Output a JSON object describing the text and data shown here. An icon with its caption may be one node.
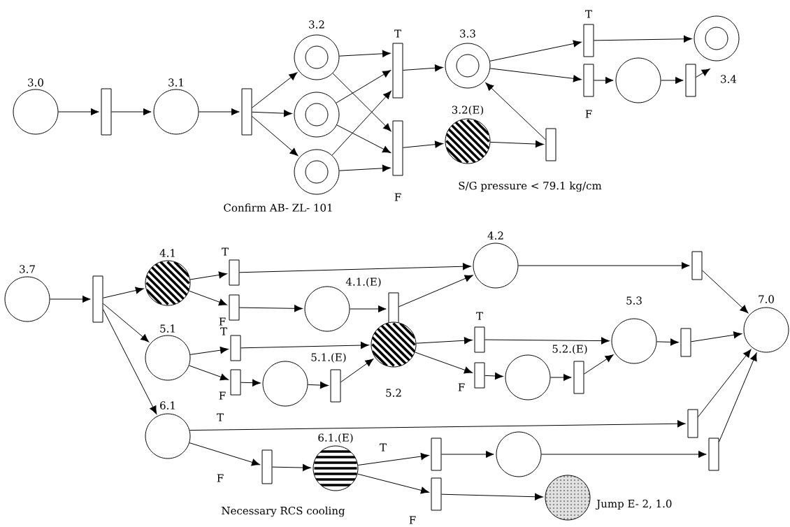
{
  "diagram": {
    "nodes": [
      {
        "text": [],
        "beside": [
          "3.0"
        ],
        "shape": "circle"
      },
      {
        "text": [],
        "shape": "bar"
      },
      {
        "text": [],
        "beside": [
          "3.1"
        ],
        "shape": "circle"
      },
      {
        "text": [],
        "shape": "bar"
      },
      {
        "text": [],
        "beside": [
          "3.2"
        ],
        "shape": "ring"
      },
      {
        "text": [],
        "shape": "ring"
      },
      {
        "text": [],
        "beside": [
          "Confirm AB- ZL- 101"
        ],
        "shape": "ring"
      },
      {
        "text": [],
        "beside": [
          "T"
        ],
        "shape": "bar"
      },
      {
        "text": [],
        "beside": [
          "F"
        ],
        "shape": "bar"
      },
      {
        "text": [],
        "beside": [
          "3.3"
        ],
        "shape": "ring"
      },
      {
        "text": [],
        "beside": [
          "3.2(E)",
          "S/G pressure < 79.1 kg/cm"
        ],
        "shape": "circle"
      },
      {
        "text": [],
        "shape": "bar"
      },
      {
        "text": [],
        "beside": [
          "T"
        ],
        "shape": "bar"
      },
      {
        "text": [],
        "beside": [
          "F"
        ],
        "shape": "bar"
      },
      {
        "text": [],
        "shape": "ring"
      },
      {
        "text": [],
        "shape": "circle"
      },
      {
        "text": [],
        "shape": "bar"
      },
      {
        "text": [],
        "beside": [
          "3.7"
        ],
        "shape": "circle"
      },
      {
        "text": [],
        "shape": "bar"
      },
      {
        "text": [],
        "beside": [
          "4.1"
        ],
        "shape": "circle"
      },
      {
        "text": [],
        "beside": [
          "T"
        ],
        "shape": "bar"
      },
      {
        "text": [],
        "beside": [
          "F"
        ],
        "shape": "bar"
      },
      {
        "text": [],
        "beside": [
          "4.1.(E)"
        ],
        "shape": "circle"
      },
      {
        "text": [],
        "shape": "bar"
      },
      {
        "text": [],
        "beside": [
          "4.2"
        ],
        "shape": "circle"
      },
      {
        "text": [],
        "shape": "bar"
      },
      {
        "text": [],
        "beside": [
          "7.0"
        ],
        "shape": "circle"
      },
      {
        "text": [],
        "beside": [
          "5.1"
        ],
        "shape": "circle"
      },
      {
        "text": [],
        "beside": [
          "T"
        ],
        "shape": "bar"
      },
      {
        "text": [],
        "beside": [
          "F"
        ],
        "shape": "bar"
      },
      {
        "text": [],
        "beside": [
          "5.1.(E)"
        ],
        "shape": "circle"
      },
      {
        "text": [],
        "shape": "bar"
      },
      {
        "text": [],
        "beside": [
          "5.2"
        ],
        "shape": "circle"
      },
      {
        "text": [],
        "beside": [
          "T"
        ],
        "shape": "bar"
      },
      {
        "text": [],
        "beside": [
          "F"
        ],
        "shape": "bar"
      },
      {
        "text": [],
        "beside": [
          "5.2.(E)"
        ],
        "shape": "circle"
      },
      {
        "text": [],
        "shape": "bar"
      },
      {
        "text": [],
        "beside": [
          "5.3"
        ],
        "shape": "circle"
      },
      {
        "text": [],
        "shape": "bar"
      },
      {
        "text": [],
        "beside": [
          "6.1"
        ],
        "shape": "circle"
      },
      {
        "text": [],
        "shape": "bar"
      },
      {
        "text": [],
        "shape": "bar"
      },
      {
        "text": [],
        "beside": [
          "6.1.(E)",
          "Necessary RCS cooling"
        ],
        "shape": "circle"
      },
      {
        "text": [],
        "shape": "bar"
      },
      {
        "text": [],
        "beside": [
          "F"
        ],
        "shape": "bar"
      },
      {
        "text": [],
        "shape": "circle"
      },
      {
        "text": [],
        "shape": "bar"
      },
      {
        "text": [],
        "beside": [
          "Jump E- 2, 1.0"
        ],
        "shape": "circle"
      }
    ],
    "edges": [
      {
        "from": 0,
        "to": 1,
        "arrow": "to"
      },
      {
        "from": 1,
        "to": 2,
        "arrow": "to"
      },
      {
        "from": 2,
        "to": 3,
        "arrow": "to"
      },
      {
        "from": 3,
        "to": 4,
        "arrow": "to"
      },
      {
        "from": 3,
        "to": 5,
        "arrow": "to"
      },
      {
        "from": 3,
        "to": 6,
        "arrow": "to"
      },
      {
        "from": 4,
        "to": 7,
        "arrow": "to"
      },
      {
        "from": 4,
        "to": 8,
        "arrow": "to"
      },
      {
        "from": 5,
        "to": 7,
        "arrow": "to"
      },
      {
        "from": 5,
        "to": 8,
        "arrow": "to"
      },
      {
        "from": 6,
        "to": 7,
        "arrow": "to"
      },
      {
        "from": 6,
        "to": 8,
        "arrow": "to"
      },
      {
        "from": 7,
        "to": 9,
        "arrow": "to"
      },
      {
        "from": 8,
        "to": 10,
        "arrow": "to"
      },
      {
        "from": 10,
        "to": 11,
        "arrow": "to"
      },
      {
        "from": 11,
        "to": 9,
        "arrow": "to"
      },
      {
        "from": 9,
        "to": 12,
        "arrow": "to"
      },
      {
        "from": 9,
        "to": 13,
        "arrow": "to"
      },
      {
        "from": 12,
        "to": 14,
        "arrow": "to"
      },
      {
        "from": 13,
        "to": 15,
        "arrow": "to"
      },
      {
        "from": 15,
        "to": 16,
        "arrow": "to"
      },
      {
        "from": 16,
        "to": null,
        "arrow": "to"
      },
      {
        "from": 17,
        "to": 18,
        "arrow": "to"
      },
      {
        "from": 18,
        "to": 19,
        "arrow": "to"
      },
      {
        "from": 18,
        "to": 27,
        "arrow": "to"
      },
      {
        "from": 18,
        "to": 39,
        "arrow": "to"
      },
      {
        "from": 19,
        "to": 20,
        "arrow": "to"
      },
      {
        "from": 19,
        "to": 21,
        "arrow": "to"
      },
      {
        "from": 20,
        "to": 24,
        "arrow": "to"
      },
      {
        "from": 21,
        "to": 22,
        "arrow": "to"
      },
      {
        "from": 22,
        "to": 23,
        "arrow": "to"
      },
      {
        "from": 23,
        "to": 24,
        "arrow": "to"
      },
      {
        "from": 24,
        "to": 25,
        "arrow": "to"
      },
      {
        "from": 25,
        "to": 26,
        "arrow": "to"
      },
      {
        "from": 27,
        "to": 28,
        "arrow": "to"
      },
      {
        "from": 27,
        "to": 29,
        "arrow": "to"
      },
      {
        "from": 28,
        "to": 32,
        "arrow": "to"
      },
      {
        "from": 29,
        "to": 30,
        "arrow": "to"
      },
      {
        "from": 30,
        "to": 31,
        "arrow": "to"
      },
      {
        "from": 31,
        "to": 32,
        "arrow": "to"
      },
      {
        "from": 32,
        "to": 33,
        "arrow": "to"
      },
      {
        "from": 32,
        "to": 34,
        "arrow": "to"
      },
      {
        "from": 33,
        "to": 37,
        "arrow": "to"
      },
      {
        "from": 34,
        "to": 35,
        "arrow": "to"
      },
      {
        "from": 35,
        "to": 36,
        "arrow": "to"
      },
      {
        "from": 36,
        "to": 37,
        "arrow": "to"
      },
      {
        "from": 37,
        "to": 38,
        "arrow": "to"
      },
      {
        "from": 38,
        "to": 26,
        "arrow": "to"
      },
      {
        "from": 39,
        "to": 40,
        "arrow": "to",
        "label": "T"
      },
      {
        "from": 40,
        "to": 26,
        "arrow": "to"
      },
      {
        "from": 39,
        "to": 41,
        "arrow": "to",
        "label": "F"
      },
      {
        "from": 41,
        "to": 42,
        "arrow": "to"
      },
      {
        "from": 42,
        "to": 43,
        "arrow": "to",
        "label": "T"
      },
      {
        "from": 42,
        "to": 44,
        "arrow": "to"
      },
      {
        "from": 43,
        "to": 45,
        "arrow": "to"
      },
      {
        "from": 45,
        "to": 46,
        "arrow": "to"
      },
      {
        "from": 46,
        "to": 26,
        "arrow": "to"
      },
      {
        "from": 44,
        "to": 47,
        "arrow": "to"
      }
    ],
    "labels": [
      "3.4"
    ]
  }
}
